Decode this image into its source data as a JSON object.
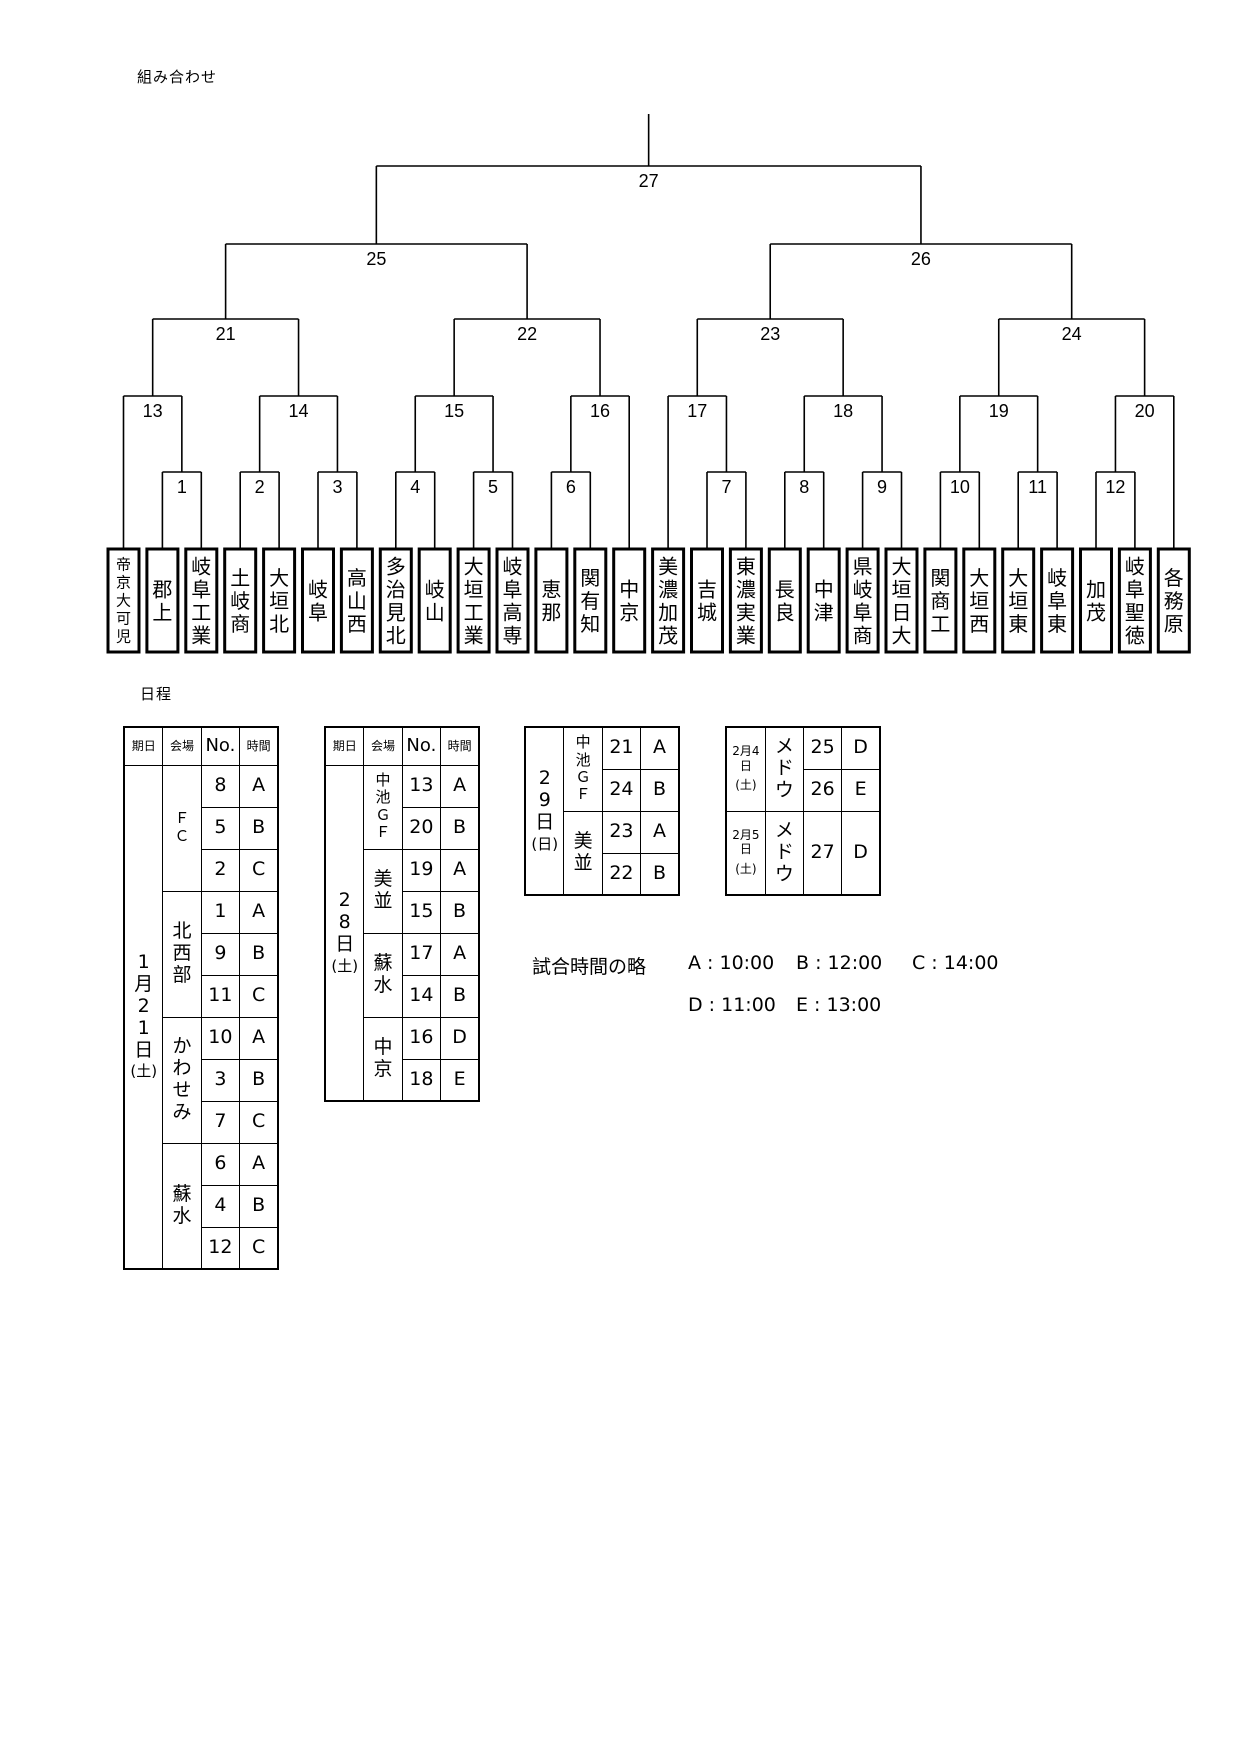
{
  "headings": {
    "bracket": "組み合わせ",
    "schedule": "日程"
  },
  "bracket": {
    "teams": [
      "帝京大可児",
      "郡上",
      "岐阜工業",
      "土岐商",
      "大垣北",
      "岐阜",
      "高山西",
      "多治見北",
      "岐山",
      "大垣工業",
      "岐阜高専",
      "恵那",
      "関有知",
      "中京",
      "美濃加茂",
      "吉城",
      "東濃実業",
      "長良",
      "中津",
      "県岐阜商",
      "大垣日大",
      "関商工",
      "大垣西",
      "大垣東",
      "岐阜東",
      "加茂",
      "岐阜聖徳",
      "各務原"
    ],
    "round1": [
      {
        "no": "1",
        "a": 1,
        "b": 2
      },
      {
        "no": "2",
        "a": 3,
        "b": 4
      },
      {
        "no": "3",
        "a": 5,
        "b": 6
      },
      {
        "no": "4",
        "a": 7,
        "b": 8
      },
      {
        "no": "5",
        "a": 9,
        "b": 10
      },
      {
        "no": "6",
        "a": 11,
        "b": 12
      },
      {
        "no": "7",
        "a": 15,
        "b": 16
      },
      {
        "no": "8",
        "a": 17,
        "b": 18
      },
      {
        "no": "9",
        "a": 19,
        "b": 20
      },
      {
        "no": "10",
        "a": 21,
        "b": 22
      },
      {
        "no": "11",
        "a": 23,
        "b": 24
      },
      {
        "no": "12",
        "a": 25,
        "b": 26
      }
    ],
    "round2": [
      {
        "no": "13",
        "a": "t0",
        "b": "m1"
      },
      {
        "no": "14",
        "a": "m2",
        "b": "m3"
      },
      {
        "no": "15",
        "a": "m4",
        "b": "m5"
      },
      {
        "no": "16",
        "a": "m6",
        "b": "t13"
      },
      {
        "no": "17",
        "a": "t14",
        "b": "m7"
      },
      {
        "no": "18",
        "a": "m8",
        "b": "m9"
      },
      {
        "no": "19",
        "a": "m10",
        "b": "m11"
      },
      {
        "no": "20",
        "a": "m12",
        "b": "t27"
      }
    ],
    "round3": [
      {
        "no": "21",
        "a": "m13",
        "b": "m14"
      },
      {
        "no": "22",
        "a": "m15",
        "b": "m16"
      },
      {
        "no": "23",
        "a": "m17",
        "b": "m18"
      },
      {
        "no": "24",
        "a": "m19",
        "b": "m20"
      }
    ],
    "round4": [
      {
        "no": "25",
        "a": "m21",
        "b": "m22"
      },
      {
        "no": "26",
        "a": "m23",
        "b": "m24"
      }
    ],
    "final": [
      {
        "no": "27",
        "a": "m25",
        "b": "m26"
      }
    ]
  },
  "schedule": {
    "headers": {
      "day": "期日",
      "venue": "会場",
      "no": "No.",
      "time": "時間"
    },
    "day1": {
      "date": "1月21日",
      "weekday": "(土)",
      "venues": [
        {
          "name": "ＦＣ",
          "games": [
            {
              "no": "8",
              "time": "A"
            },
            {
              "no": "5",
              "time": "B"
            },
            {
              "no": "2",
              "time": "C"
            }
          ]
        },
        {
          "name": "北西部",
          "games": [
            {
              "no": "1",
              "time": "A"
            },
            {
              "no": "9",
              "time": "B"
            },
            {
              "no": "11",
              "time": "C"
            }
          ]
        },
        {
          "name": "かわせみ",
          "games": [
            {
              "no": "10",
              "time": "A"
            },
            {
              "no": "3",
              "time": "B"
            },
            {
              "no": "7",
              "time": "C"
            }
          ]
        },
        {
          "name": "蘇水",
          "games": [
            {
              "no": "6",
              "time": "A"
            },
            {
              "no": "4",
              "time": "B"
            },
            {
              "no": "12",
              "time": "C"
            }
          ]
        }
      ]
    },
    "day2": {
      "date": "28日",
      "weekday": "(土)",
      "venues": [
        {
          "name": "中池ＧＦ",
          "games": [
            {
              "no": "13",
              "time": "A"
            },
            {
              "no": "20",
              "time": "B"
            }
          ]
        },
        {
          "name": "美並",
          "games": [
            {
              "no": "19",
              "time": "A"
            },
            {
              "no": "15",
              "time": "B"
            }
          ]
        },
        {
          "name": "蘇水",
          "games": [
            {
              "no": "17",
              "time": "A"
            },
            {
              "no": "14",
              "time": "B"
            }
          ]
        },
        {
          "name": "中京",
          "games": [
            {
              "no": "16",
              "time": "D"
            },
            {
              "no": "18",
              "time": "E"
            }
          ]
        }
      ]
    },
    "day3": {
      "date": "29日",
      "weekday": "(日)",
      "venues": [
        {
          "name": "中池ＧＦ",
          "games": [
            {
              "no": "21",
              "time": "A"
            },
            {
              "no": "24",
              "time": "B"
            }
          ]
        },
        {
          "name": "美並",
          "games": [
            {
              "no": "23",
              "time": "A"
            },
            {
              "no": "22",
              "time": "B"
            }
          ]
        }
      ]
    },
    "day4": [
      {
        "date": "2月4日",
        "weekday": "(土)",
        "venue": "メドウ",
        "games": [
          {
            "no": "25",
            "time": "D"
          },
          {
            "no": "26",
            "time": "E"
          }
        ]
      },
      {
        "date": "2月5日",
        "weekday": "(土)",
        "venue": "メドウ",
        "games": [
          {
            "no": "27",
            "time": "D"
          }
        ]
      }
    ]
  },
  "legend": {
    "title": "試合時間の略",
    "items": [
      "A : 10:00",
      "B : 12:00",
      "C : 14:00",
      "D : 11:00",
      "E : 13:00"
    ]
  }
}
